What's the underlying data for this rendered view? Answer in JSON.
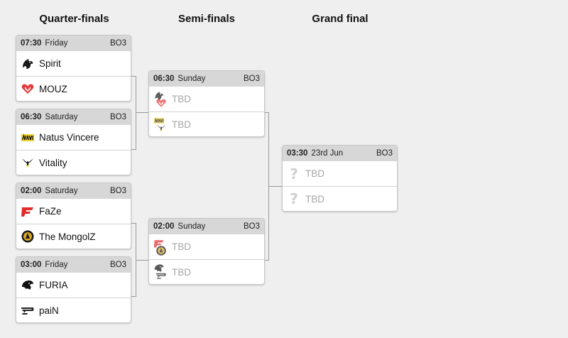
{
  "rounds": {
    "quarterfinals": "Quarter-finals",
    "semifinals": "Semi-finals",
    "grandfinal": "Grand final"
  },
  "matches": {
    "qf1": {
      "time": "07:30",
      "day": "Friday",
      "format": "BO3",
      "team1": {
        "name": "Spirit",
        "logo": "spirit-dragon-icon"
      },
      "team2": {
        "name": "MOUZ",
        "logo": "mouz-heart-icon"
      }
    },
    "qf2": {
      "time": "06:30",
      "day": "Saturday",
      "format": "BO3",
      "team1": {
        "name": "Natus Vincere",
        "logo": "navi-icon"
      },
      "team2": {
        "name": "Vitality",
        "logo": "vitality-bee-icon"
      }
    },
    "qf3": {
      "time": "02:00",
      "day": "Saturday",
      "format": "BO3",
      "team1": {
        "name": "FaZe",
        "logo": "faze-icon"
      },
      "team2": {
        "name": "The MongolZ",
        "logo": "mongolz-icon"
      }
    },
    "qf4": {
      "time": "03:00",
      "day": "Friday",
      "format": "BO3",
      "team1": {
        "name": "FURIA",
        "logo": "furia-panther-icon"
      },
      "team2": {
        "name": "paiN",
        "logo": "pain-icon"
      }
    },
    "sf1": {
      "time": "06:30",
      "day": "Sunday",
      "format": "BO3",
      "team1": {
        "name": "TBD"
      },
      "team2": {
        "name": "TBD"
      }
    },
    "sf2": {
      "time": "02:00",
      "day": "Sunday",
      "format": "BO3",
      "team1": {
        "name": "TBD"
      },
      "team2": {
        "name": "TBD"
      }
    },
    "gf": {
      "time": "03:30",
      "day": "23rd Jun",
      "format": "BO3",
      "team1": {
        "name": "TBD",
        "logo": "question-mark-icon"
      },
      "team2": {
        "name": "TBD",
        "logo": "question-mark-icon"
      }
    }
  },
  "placeholder_glyph": "?",
  "colors": {
    "background": "#efefef",
    "header": "#d7d7d7",
    "tbd_text": "#a6a6a6",
    "connector": "#9a9a9a"
  }
}
